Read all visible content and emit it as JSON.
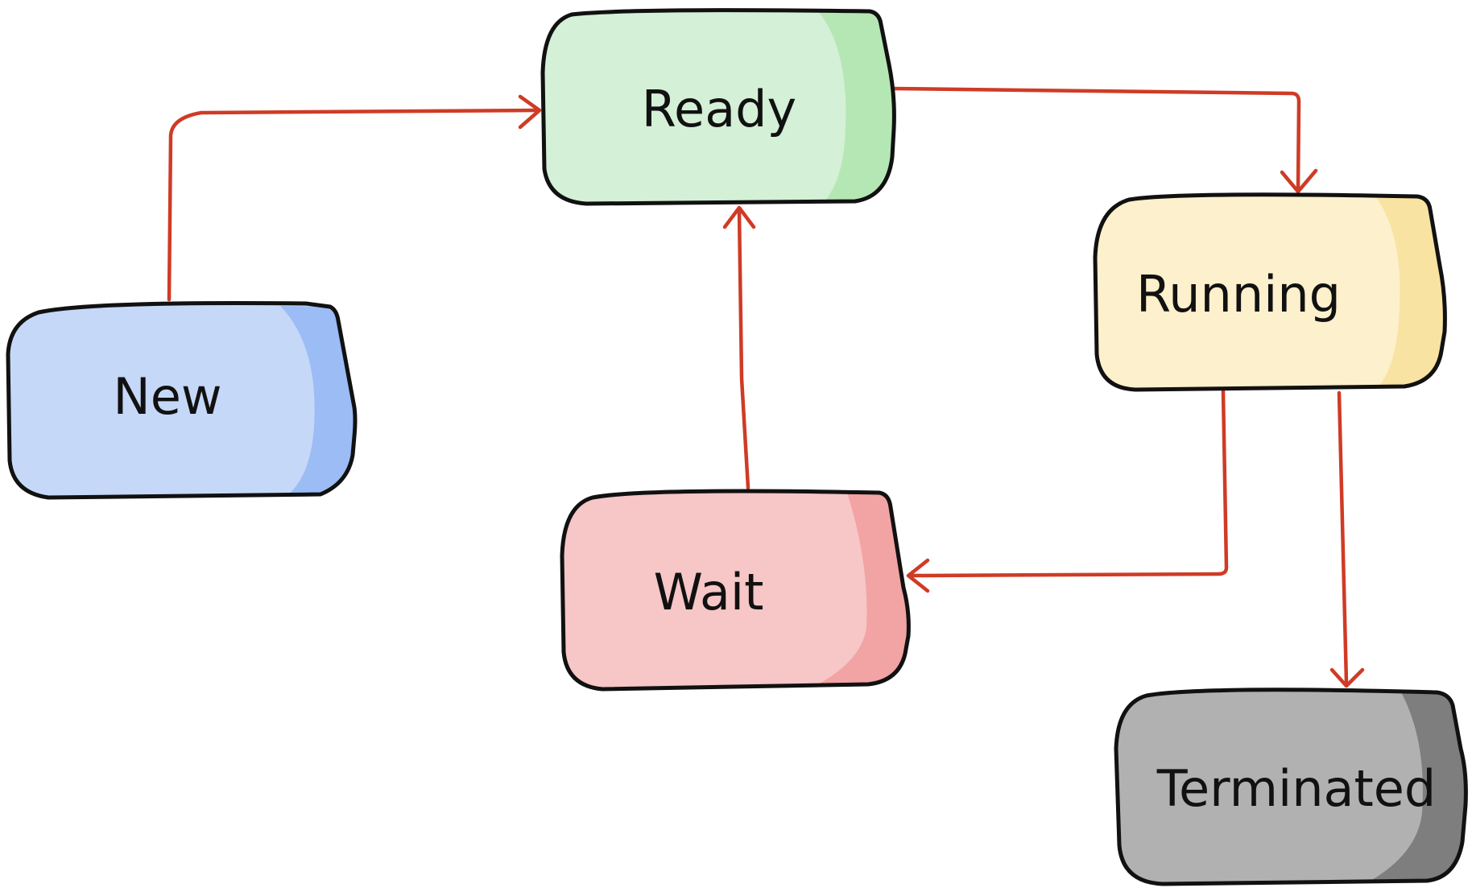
{
  "diagram": {
    "type": "state-transition",
    "edge_color": "#cf3b26",
    "nodes": [
      {
        "id": "new",
        "label": "New",
        "fill": "#c6d8f8",
        "shade": "#9bbcf5"
      },
      {
        "id": "ready",
        "label": "Ready",
        "fill": "#d4f0d6",
        "shade": "#b5e7b5"
      },
      {
        "id": "running",
        "label": "Running",
        "fill": "#fdf0cc",
        "shade": "#f9e3a2"
      },
      {
        "id": "wait",
        "label": "Wait",
        "fill": "#f7c6c6",
        "shade": "#f2a3a3"
      },
      {
        "id": "terminated",
        "label": "Terminated",
        "fill": "#b1b1b1",
        "shade": "#7e7e7e"
      }
    ],
    "edges": [
      {
        "from": "new",
        "to": "ready"
      },
      {
        "from": "ready",
        "to": "running"
      },
      {
        "from": "running",
        "to": "wait"
      },
      {
        "from": "wait",
        "to": "ready"
      },
      {
        "from": "running",
        "to": "terminated"
      }
    ]
  }
}
